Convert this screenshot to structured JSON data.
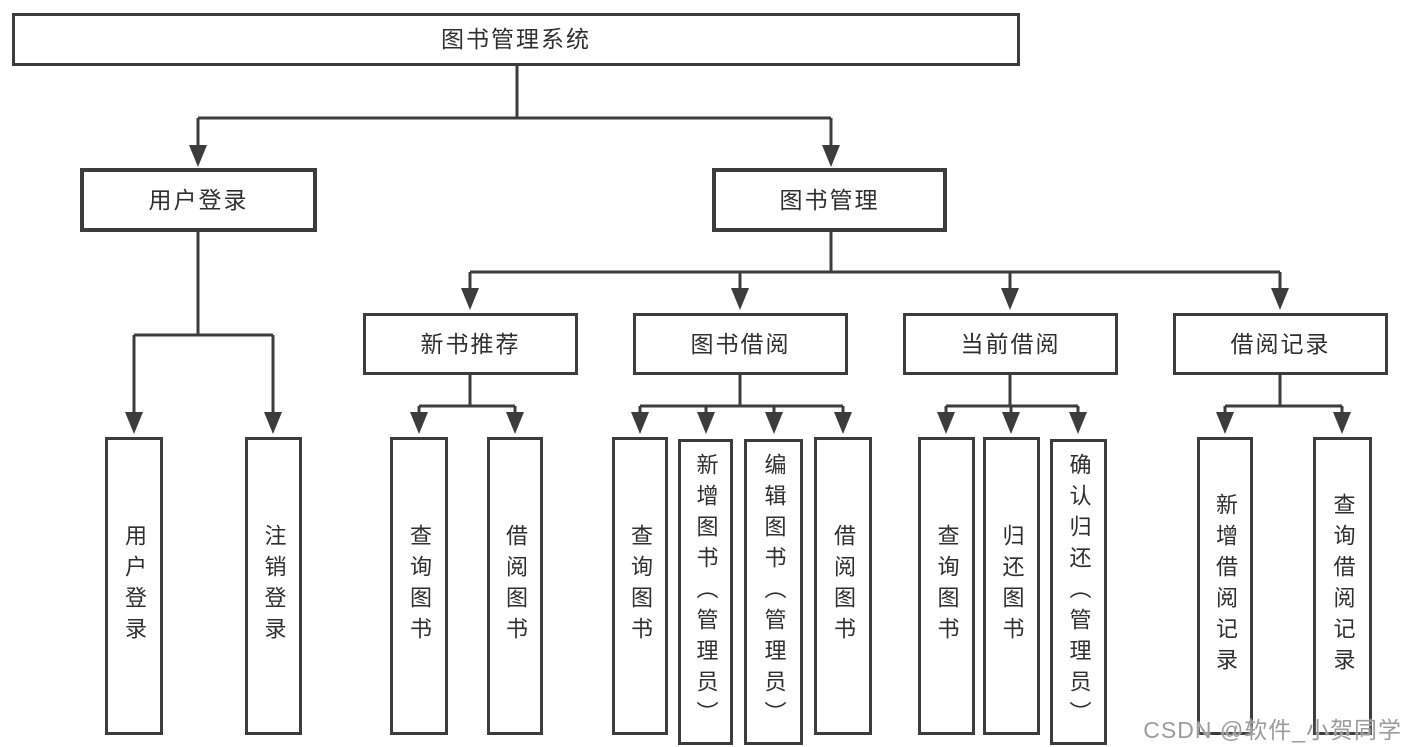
{
  "colors": {
    "line": "#3c3c3c",
    "box_background": "#ffffff",
    "text": "#2f2f2f",
    "watermark": "#9c9c9c"
  },
  "diagram": {
    "root": "图书管理系统",
    "branches": [
      {
        "label": "用户登录",
        "leaves": [
          "用户登录",
          "注销登录"
        ]
      },
      {
        "label": "图书管理",
        "children": [
          {
            "label": "新书推荐",
            "leaves": [
              "查询图书",
              "借阅图书"
            ]
          },
          {
            "label": "图书借阅",
            "leaves": [
              "查询图书",
              "新增图书（管理员）",
              "编辑图书（管理员）",
              "借阅图书"
            ]
          },
          {
            "label": "当前借阅",
            "leaves": [
              "查询图书",
              "归还图书",
              "确认归还（管理员）"
            ]
          },
          {
            "label": "借阅记录",
            "leaves": [
              "新增借阅记录",
              "查询借阅记录"
            ]
          }
        ]
      }
    ]
  },
  "watermark": "CSDN @软件_小贺同学"
}
